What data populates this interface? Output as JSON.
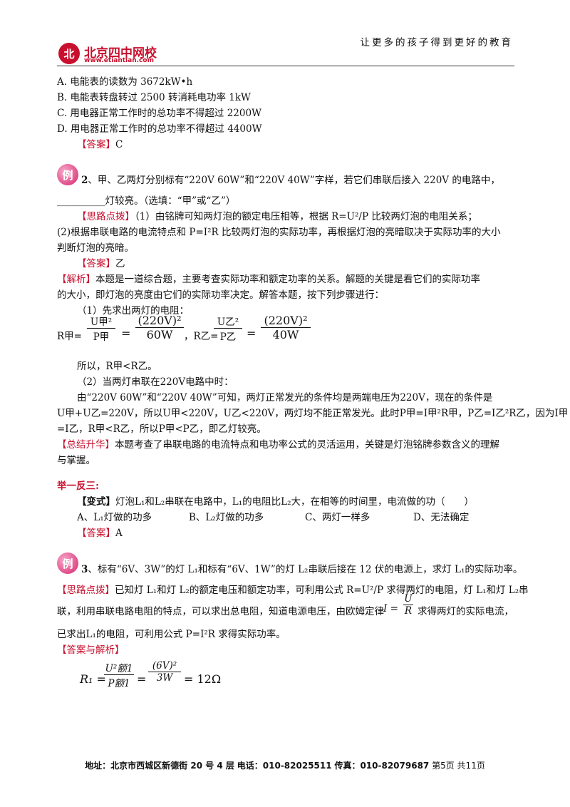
{
  "header": {
    "logo_glyph": "北",
    "logo_name": "北京四中网校",
    "logo_url": "www.etiantian.com",
    "slogan": "让更多的孩子得到更好的教育"
  },
  "q1": {
    "optA": "A. 电能表的读数为 3672kW•h",
    "optB": "B. 电能表转盘转过 2500 转消耗电功率 1kW",
    "optC": "C. 用电器正常工作时的总功率不得超过 2200W",
    "optD": "D. 用电器正常工作时的总功率不得超过 4400W",
    "answer_label": "【答案】",
    "answer_value": "C"
  },
  "ex2": {
    "badge": "例",
    "number": "2",
    "stem": "、甲、乙两灯分别标有“220V 60W”和“220V 40W”字样，若它们串联后接入 220V 的电路中，",
    "stem2": "__________灯较亮。（选填：“甲”或“乙”）",
    "hint_label": "【思路点拨】",
    "hint1": "（1）由铭牌可知两灯泡的额定电压相等，根据 R=U²/P 比较两灯泡的电阻关系；",
    "hint2": "(2)根据串联电路的电流特点和 P=I²R 比较两灯泡的实际功率，再根据灯泡的亮暗取决于实际功率的大小",
    "hint3": "判断灯泡的亮暗。",
    "answer_label": "【答案】",
    "answer_value": "乙",
    "analysis_label": "【解析】",
    "analysis1": "本题是一道综合题，主要考查实际功率和额定功率的关系。解题的关键是看它们的实际功率",
    "analysis2": "的大小，即灯泡的亮度由它们的实际功率决定。解答本题，按下列步骤进行：",
    "step1": "（1）先求出两灯的电阻：",
    "formula_r_jia": "R甲=",
    "formula_u_jia": "U甲²",
    "formula_p_jia": "P甲",
    "formula_eq1": "=",
    "formula_num1": "(220V)²",
    "formula_den1": "60W",
    "formula_comma": "，R乙=",
    "formula_u_yi": "U乙²",
    "formula_p_yi": "P乙",
    "formula_eq2": "=",
    "formula_num2": "(220V)²",
    "formula_den2": "40W",
    "so": "所以，R甲<R乙。",
    "step2": "（2）当两灯串联在220V电路中时：",
    "body1": "由“220V 60W”和“220V 40W”可知，两灯正常发光的条件均是两端电压为220V，现在的条件是",
    "body2": "U甲+U乙=220V，所以U甲<220V，U乙<220V，两灯均不能正常发光。此时P甲=I甲²R甲，P乙=I乙²R乙，因为I甲",
    "body3": "=I乙，R甲<R乙，所以P甲<P乙，即乙灯较亮。",
    "summary_label": "【总结升华】",
    "summary1": "本题考查了串联电路的电流特点和电功率公式的灵活运用，关键是灯泡铭牌参数含义的理解",
    "summary2": "与掌握。"
  },
  "practice": {
    "title": "举一反三:",
    "variant_label": "【变式】",
    "variant_text": "灯泡L₁和L₂串联在电路中，L₁的电阻比L₂大，在相等的时间里，电流做的功（　　）",
    "optA": "A、L₁灯做的功多",
    "optB": "B、L₂灯做的功多",
    "optC": "C、两灯一样多",
    "optD": "D、无法确定",
    "answer_label": "【答案】",
    "answer_value": "A"
  },
  "ex3": {
    "badge": "例",
    "number": "3",
    "stem": "、标有“6V、3W”的灯 L₁和标有“6V、1W”的灯 L₂串联后接在 12 伏的电源上，求灯 L₁的实际功率。",
    "hint_label": "【思路点拨】",
    "hint1": "已知灯 L₁和灯 L₂的额定电压和额定功率，可利用公式 R=U²/P 求得两灯的电阻，灯 L₁和灯 L₂串",
    "hint2a": "联，利用串联电路电阻的特点，可以求出总电阻，知道电源电压，由欧姆定律",
    "ohm_lhs": "I =",
    "ohm_num": "U",
    "ohm_den": "R",
    "hint2b": "求得两灯的实际电流，",
    "hint3": "已求出L₁的电阻，可利用公式 P=I²R 求得实际功率。",
    "answer_label": "【答案与解析】",
    "f_lhs": "R₁ =",
    "f_num1": "U²额1",
    "f_den1": "P额1",
    "f_eq": "=",
    "f_num2": "(6V)²",
    "f_den2": "3W",
    "f_result": "= 12Ω"
  },
  "footer": {
    "address_label": "地址：",
    "address": "北京市西城区新德街 20 号 4 层",
    "phone_label": "电话：",
    "phone": "010-82025511",
    "fax_label": "传真：",
    "fax": "010-82079687",
    "page": "第5页 共11页"
  }
}
